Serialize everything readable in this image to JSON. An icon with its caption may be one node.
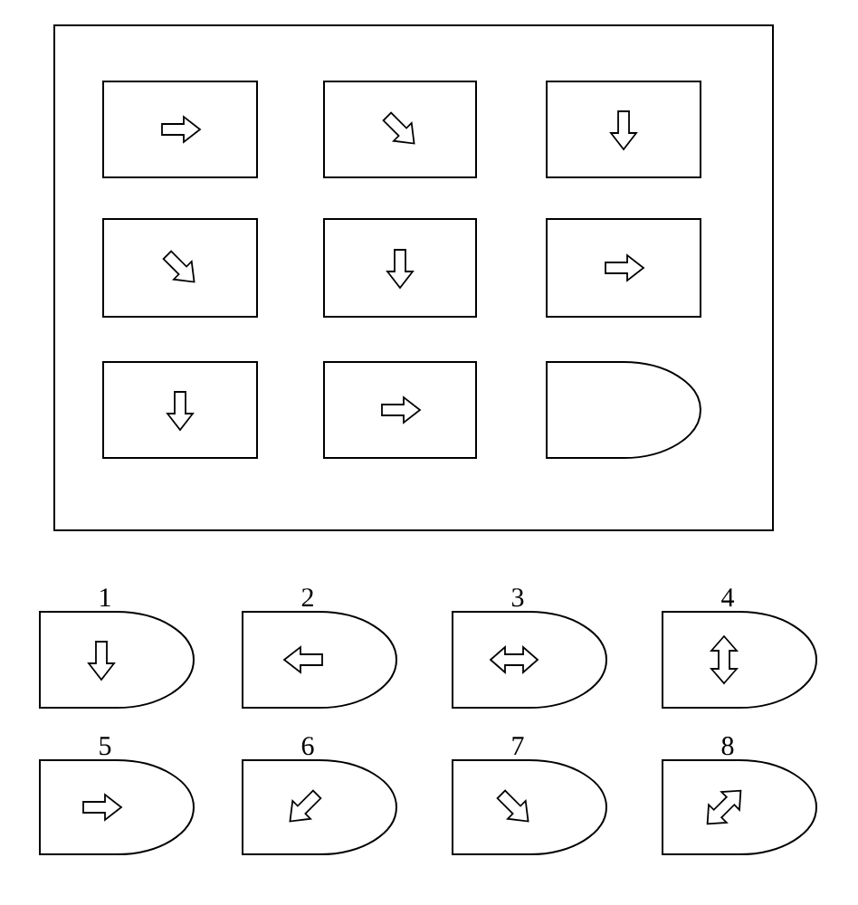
{
  "diagram": {
    "nodes": [
      {
        "text": [],
        "shape": "box"
      },
      {
        "text": [],
        "shape": "box",
        "in": 0
      },
      {
        "text": [],
        "shape": "box",
        "in": 0
      },
      {
        "text": [],
        "shape": "box",
        "in": 0
      },
      {
        "text": [],
        "shape": "box",
        "in": 0
      },
      {
        "text": [],
        "shape": "box",
        "in": 0
      },
      {
        "text": [],
        "shape": "box",
        "in": 0
      },
      {
        "text": [],
        "shape": "box",
        "in": 0
      },
      {
        "text": [],
        "shape": "box",
        "in": 0
      },
      {
        "text": [],
        "shape": "arch",
        "in": 0
      },
      {
        "text": [
          "1"
        ]
      },
      {
        "text": [
          "2"
        ]
      },
      {
        "text": [
          "3"
        ]
      },
      {
        "text": [
          "4"
        ]
      },
      {
        "text": [
          "5"
        ]
      },
      {
        "text": [
          "6"
        ]
      },
      {
        "text": [
          "7"
        ]
      },
      {
        "text": [
          "8"
        ]
      }
    ]
  }
}
